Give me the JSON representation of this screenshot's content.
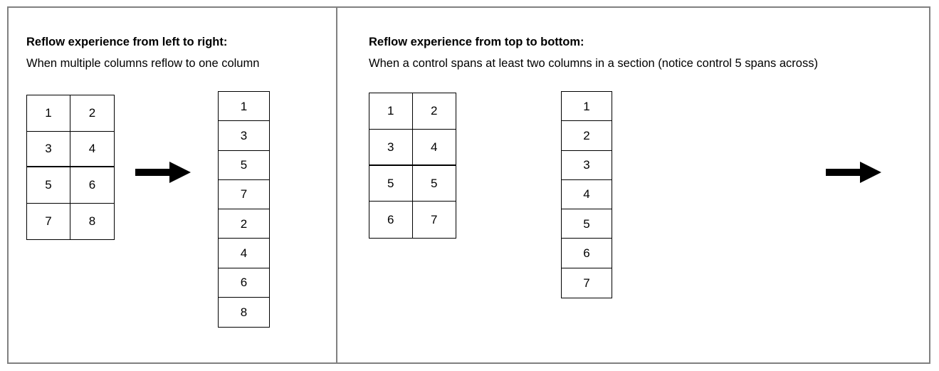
{
  "diagram": {
    "title_not_shown": null,
    "panels": [
      {
        "id": "left-to-right",
        "heading": "Reflow experience from left to right:",
        "subheading": "When multiple columns reflow to one column",
        "arrow_icon": "arrow-right-icon",
        "source": {
          "columns": 2,
          "rows": 4,
          "cells": [
            "1",
            "2",
            "3",
            "4",
            "5",
            "6",
            "7",
            "8"
          ],
          "section_break_after_row": 2
        },
        "result": {
          "columns": 1,
          "cells": [
            "1",
            "3",
            "5",
            "7",
            "2",
            "4",
            "6",
            "8"
          ]
        }
      },
      {
        "id": "top-to-bottom",
        "heading": "Reflow experience from top to bottom:",
        "subheading": "When a control spans at least two columns in a section (notice control 5 spans across)",
        "arrow_icon": "arrow-right-icon",
        "source": {
          "columns": 2,
          "rows": 4,
          "cells": [
            "1",
            "2",
            "3",
            "4",
            "5",
            "5",
            "6",
            "7"
          ],
          "section_break_after_row": 2
        },
        "result": {
          "columns": 1,
          "cells": [
            "1",
            "2",
            "3",
            "4",
            "5",
            "6",
            "7"
          ]
        }
      }
    ],
    "colors": {
      "frame": "#808080",
      "cell_border": "#000000",
      "arrow": "#000000",
      "text": "#000000"
    }
  }
}
